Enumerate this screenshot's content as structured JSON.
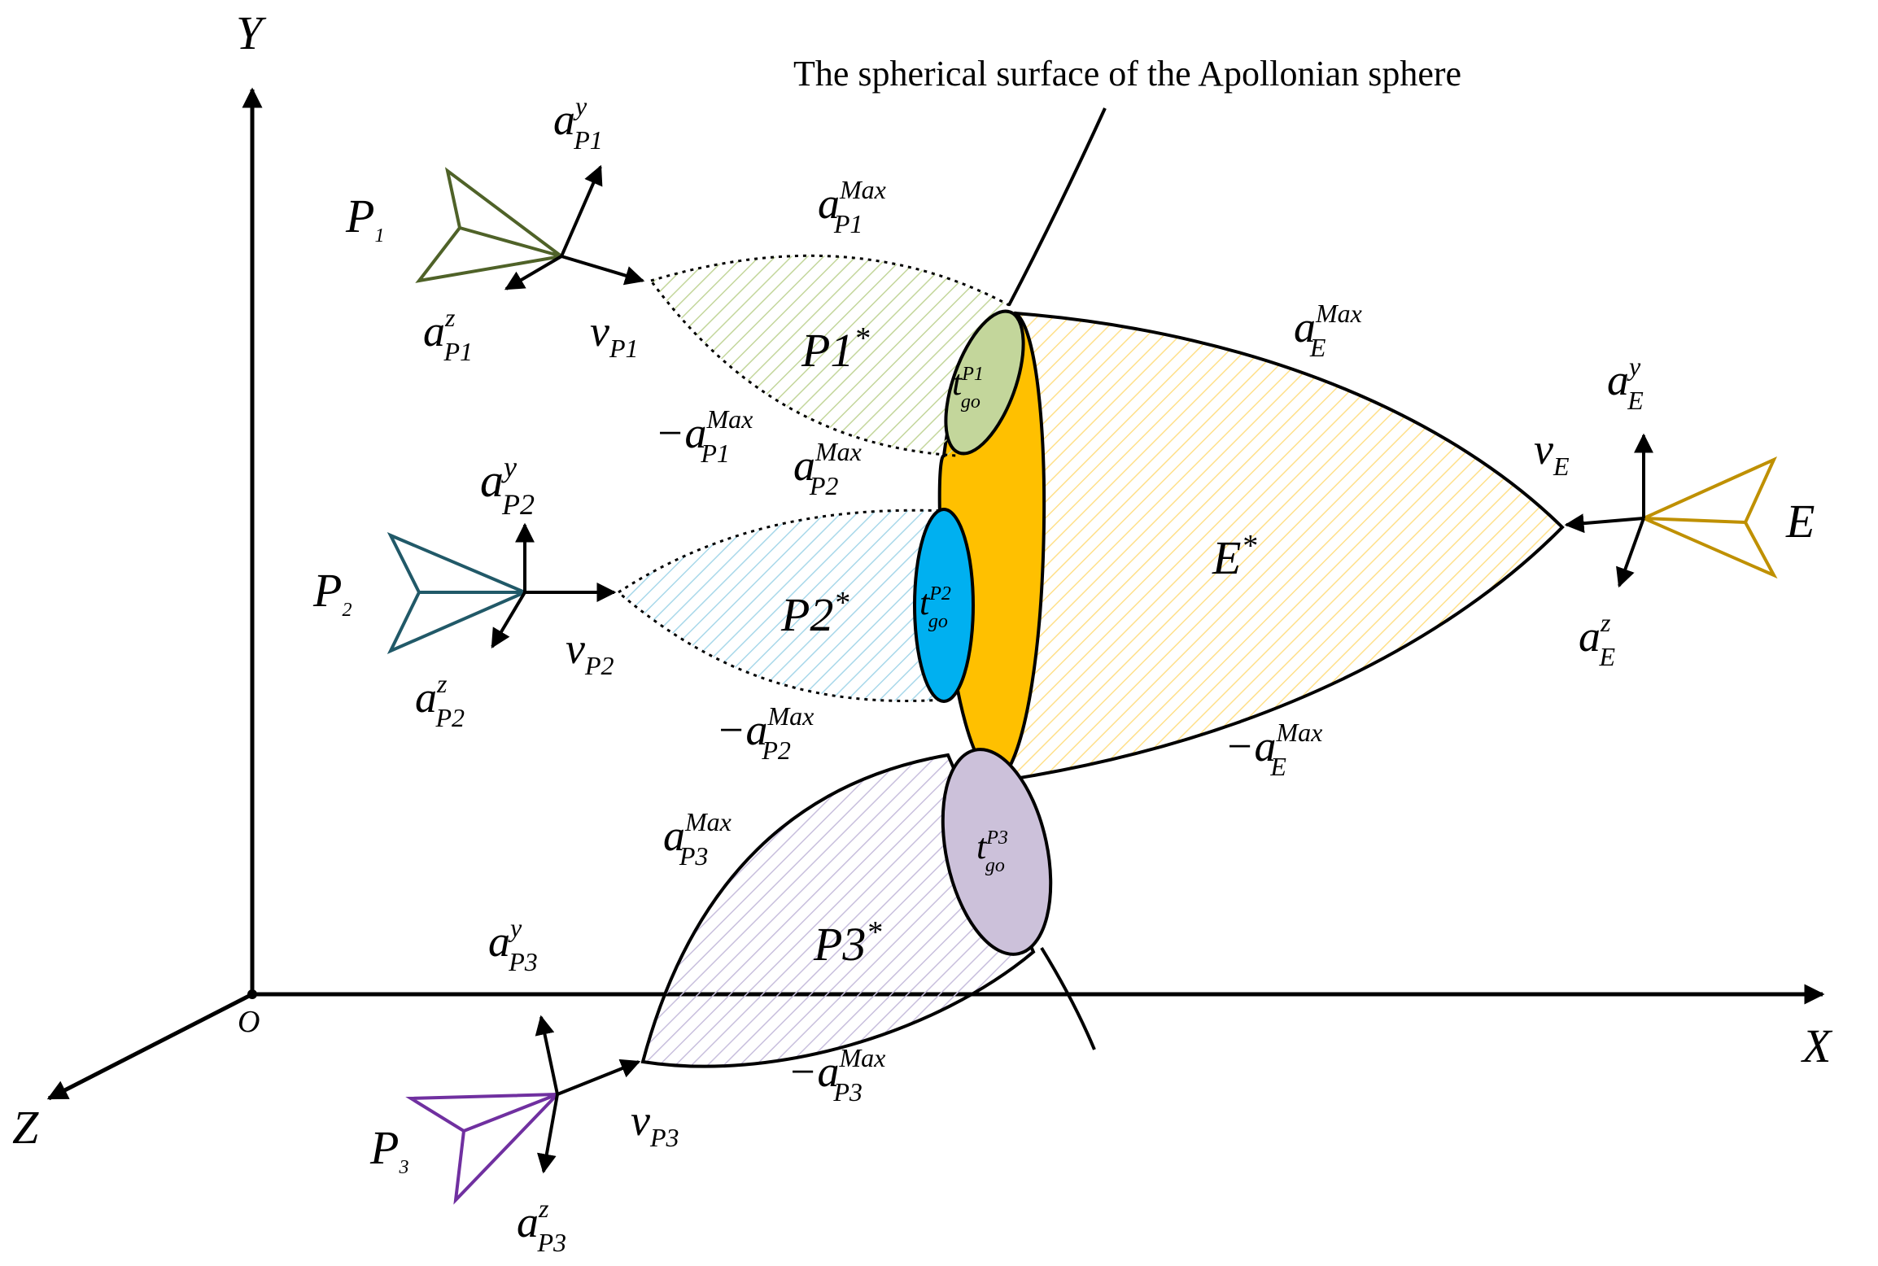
{
  "title": "The spherical surface of the Apollonian sphere",
  "axes": {
    "x": "X",
    "y": "Y",
    "z": "Z",
    "origin": "O"
  },
  "colors": {
    "p1": "#4f6228",
    "p2": "#215968",
    "p3": "#7030a0",
    "e": "#bf9000",
    "p1_region": "#c3d69b",
    "p2_region": "#00b0f0",
    "p3_region": "#ccc1da",
    "e_region": "#ffc000",
    "p1_hatch": "#d7e4bd",
    "p2_hatch": "#b7dee8",
    "p3_hatch": "#ccc1da",
    "e_hatch": "#ffe699"
  },
  "agents": [
    {
      "id": "P1",
      "base": "P",
      "sub": "1",
      "icon": "aircraft-icon"
    },
    {
      "id": "P2",
      "base": "P",
      "sub": "2",
      "icon": "aircraft-icon"
    },
    {
      "id": "P3",
      "base": "P",
      "sub": "3",
      "icon": "aircraft-icon"
    },
    {
      "id": "E",
      "base": "E",
      "sub": "",
      "icon": "aircraft-icon"
    }
  ],
  "labels": {
    "a": "a",
    "v": "v",
    "t": "t",
    "minus": "−",
    "max": "Max",
    "y": "y",
    "z": "z",
    "go": "go",
    "star": "*",
    "P1": "P1",
    "P2": "P2",
    "P3": "P3",
    "E": "E"
  }
}
